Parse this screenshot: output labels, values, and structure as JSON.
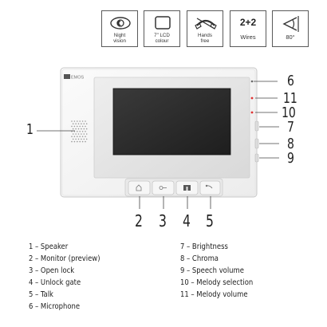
{
  "features": [
    {
      "icon": "eye-night-icon",
      "label_line1": "Night",
      "label_line2": "vision"
    },
    {
      "icon": "lcd-screen-icon",
      "label_line1": "7\" LCD",
      "label_line2": "colour"
    },
    {
      "icon": "hands-free-icon",
      "label_line1": "Hands",
      "label_line2": "free"
    },
    {
      "icon": "wires-icon",
      "title": "2+2",
      "label": "Wires"
    },
    {
      "icon": "angle-icon",
      "label": "80°"
    }
  ],
  "device": {
    "brand": "EMOS",
    "callout_numbers": [
      "1",
      "2",
      "3",
      "4",
      "5",
      "6",
      "7",
      "8",
      "9",
      "10",
      "11"
    ]
  },
  "legend": {
    "left": [
      "1 – Speaker",
      "2 – Monitor (preview)",
      "3 – Open lock",
      "4 – Unlock gate",
      "5 – Talk",
      "6 – Microphone"
    ],
    "right": [
      "7 – Brightness",
      "8 – Chroma",
      "9 – Speech volume",
      "10 – Melody selection",
      "11 – Melody volume"
    ]
  },
  "colors": {
    "housing": "#f7f7f7",
    "housing_edge": "#cfcfcf",
    "screen": "#2b2b2b",
    "button_panel": "#e9e9e9",
    "led_red": "#e03131"
  }
}
